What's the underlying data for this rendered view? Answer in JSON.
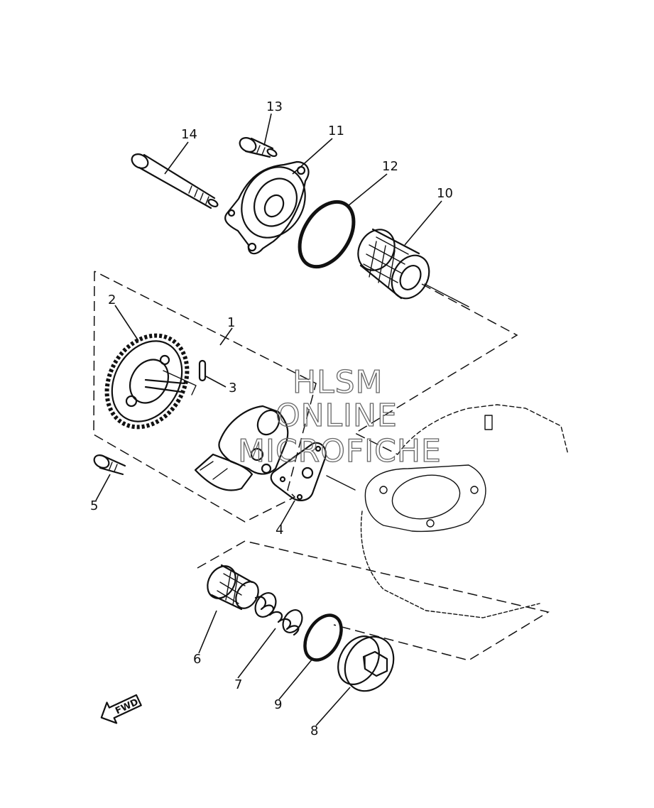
{
  "callouts": [
    {
      "id": "c13",
      "text": "13"
    },
    {
      "id": "c14",
      "text": "14"
    },
    {
      "id": "c11",
      "text": "11"
    },
    {
      "id": "c12",
      "text": "12"
    },
    {
      "id": "c10",
      "text": "10"
    },
    {
      "id": "c2",
      "text": "2"
    },
    {
      "id": "c1",
      "text": "1"
    },
    {
      "id": "c3",
      "text": "3"
    },
    {
      "id": "c5",
      "text": "5"
    },
    {
      "id": "c4",
      "text": "4"
    },
    {
      "id": "c6",
      "text": "6"
    },
    {
      "id": "c7",
      "text": "7"
    },
    {
      "id": "c9",
      "text": "9"
    },
    {
      "id": "c8",
      "text": "8"
    }
  ],
  "watermark": [
    "HLSM",
    "ONLINE",
    "MICROFICHE"
  ],
  "direction_arrow": {
    "label": "FWD",
    "icon": "forward-arrow-icon"
  }
}
